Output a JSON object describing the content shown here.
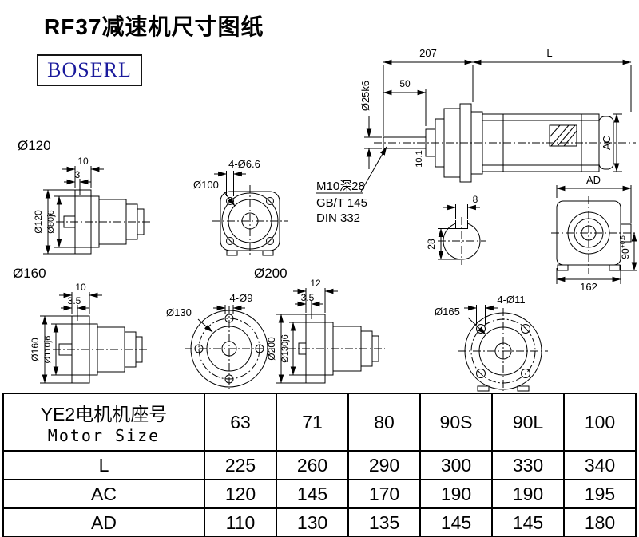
{
  "page": {
    "title": "RF37减速机尺寸图纸",
    "logo": "BOSERL"
  },
  "assembly": {
    "dim_207": "207",
    "dim_l": "L",
    "dim_50": "50",
    "dim_shaft": "Ø25k6",
    "dim_101": "10.1",
    "dim_ac": "AC",
    "note_thread": "M10深28",
    "note_gb": "GB/T 145",
    "note_din": "DIN 332"
  },
  "section": {
    "dim_8": "8",
    "dim_28": "28"
  },
  "ad_view": {
    "dim_ad": "AD",
    "dim_90": "90",
    "dim_90_tol": "+0.5",
    "dim_162": "162"
  },
  "flange120": {
    "label": "Ø120",
    "dim_10": "10",
    "dim_3": "3",
    "dim_od": "Ø120",
    "dim_pilot": "Ø80j6"
  },
  "front100": {
    "dim_bc": "Ø100",
    "dim_holes": "4-Ø6.6"
  },
  "flange160": {
    "label": "Ø160",
    "dim_10": "10",
    "dim_35": "3.5",
    "dim_od": "Ø160",
    "dim_pilot": "Ø110j6"
  },
  "flange130": {
    "dim_bc": "Ø130",
    "dim_holes": "4-Ø9"
  },
  "side200": {
    "label": "Ø200",
    "dim_12": "12",
    "dim_35": "3.5",
    "dim_od": "Ø200",
    "dim_pilot": "Ø130j6"
  },
  "flange165": {
    "dim_bc": "Ø165",
    "dim_holes": "4-Ø11"
  },
  "table": {
    "header_cn": "YE2电机机座号",
    "header_en": "Motor Size",
    "sizes": [
      "63",
      "71",
      "80",
      "90S",
      "90L",
      "100"
    ],
    "rows": [
      {
        "label": "L",
        "values": [
          "225",
          "260",
          "290",
          "300",
          "330",
          "340"
        ]
      },
      {
        "label": "AC",
        "values": [
          "120",
          "145",
          "170",
          "190",
          "190",
          "195"
        ]
      },
      {
        "label": "AD",
        "values": [
          "110",
          "130",
          "135",
          "145",
          "145",
          "180"
        ]
      }
    ]
  }
}
